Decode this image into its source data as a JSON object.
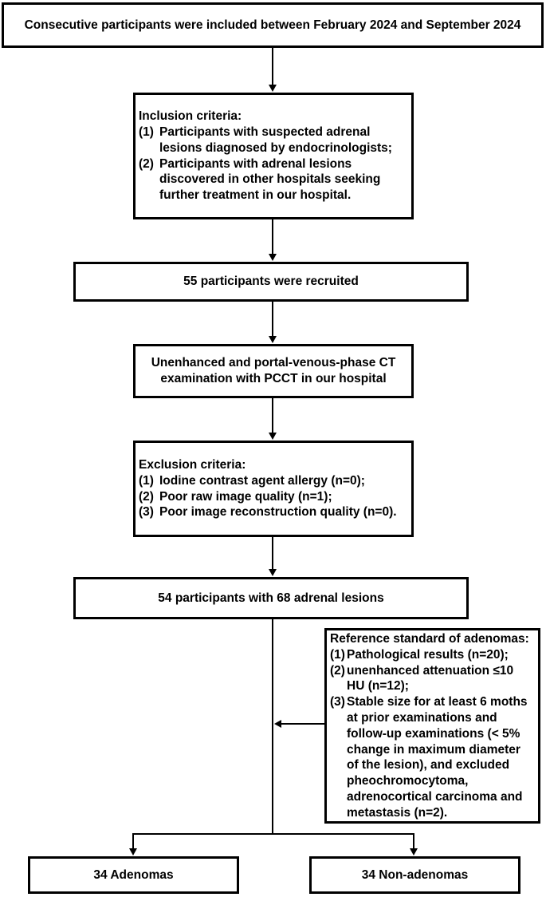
{
  "colors": {
    "ink": "#000000",
    "background": "#ffffff",
    "border": "#000000"
  },
  "flowchart": {
    "top": {
      "text": "Consecutive participants were included between February 2024 and September 2024"
    },
    "inclusion": {
      "title": "Inclusion criteria:",
      "items": [
        {
          "marker": "(1)",
          "text": "Participants with suspected adrenal lesions diagnosed by endocrinologists;"
        },
        {
          "marker": "(2)",
          "text": "Participants with adrenal lesions discovered in other hospitals seeking further treatment in our hospital."
        }
      ]
    },
    "recruited": {
      "text": "55 participants were recruited"
    },
    "ct_exam": {
      "text": "Unenhanced and portal-venous-phase CT examination with PCCT in our hospital"
    },
    "exclusion": {
      "title": "Exclusion criteria:",
      "items": [
        {
          "marker": "(1)",
          "text": "Iodine contrast agent allergy (n=0);"
        },
        {
          "marker": "(2)",
          "text": "Poor raw image quality (n=1);"
        },
        {
          "marker": "(3)",
          "text": "Poor image reconstruction quality (n=0)."
        }
      ]
    },
    "lesions": {
      "text": "54 participants with 68 adrenal lesions"
    },
    "reference": {
      "title": "Reference standard of adenomas:",
      "items": [
        {
          "marker": "(1)",
          "text": "Pathological results (n=20);"
        },
        {
          "marker": "(2)",
          "text": "unenhanced attenuation ≤10 HU (n=12);"
        },
        {
          "marker": "(3)",
          "text": "Stable size for at least 6 moths at prior examinations and follow-up examinations (< 5% change in maximum diameter of the lesion), and excluded pheochromocytoma, adrenocortical carcinoma and metastasis (n=2)."
        }
      ]
    },
    "adenomas": {
      "text": "34 Adenomas"
    },
    "non_adenomas": {
      "text": "34 Non-adenomas"
    }
  }
}
